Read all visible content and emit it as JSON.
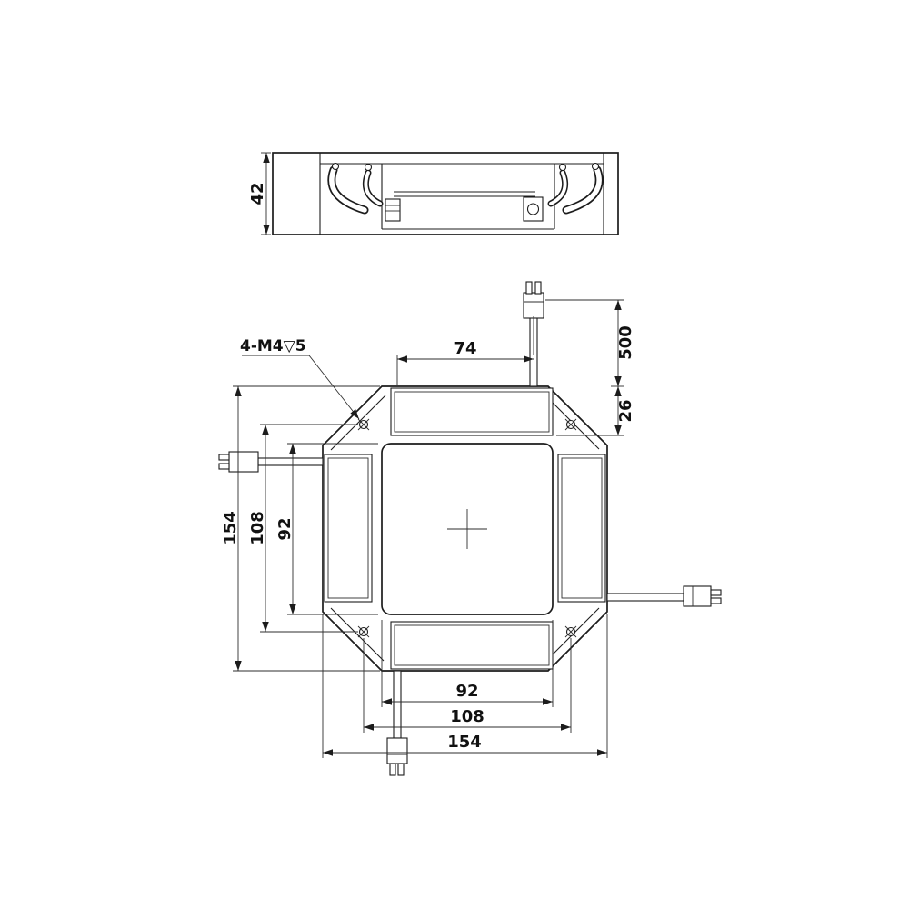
{
  "drawing": {
    "side_view": {
      "dim_height": "42"
    },
    "plan_view": {
      "thread_note": "4-M4▽5",
      "dim_connector_span": "74",
      "dim_cable_length": "500",
      "dim_edge_depth": "26",
      "left": {
        "dim_overall": "154",
        "dim_holes": "108",
        "dim_window": "92"
      },
      "bottom": {
        "dim_window": "92",
        "dim_holes": "108",
        "dim_overall": "154"
      }
    },
    "colors": {
      "line": "#1c1c1c",
      "background": "#ffffff"
    }
  }
}
